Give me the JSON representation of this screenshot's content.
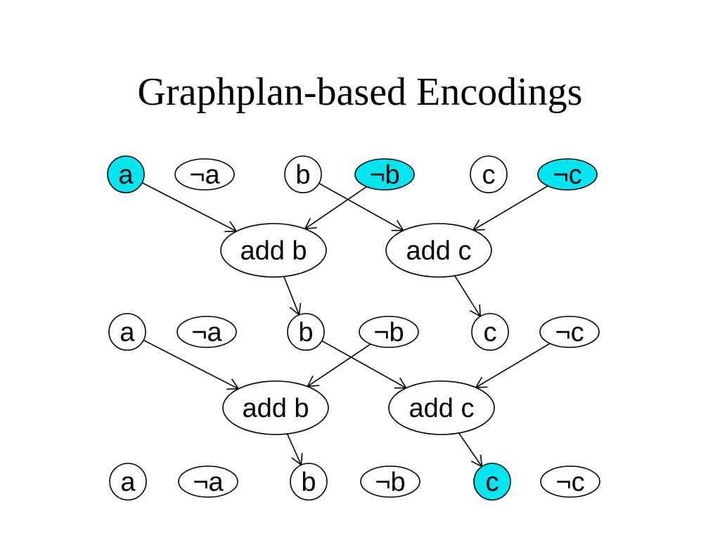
{
  "title": "Graphplan-based Encodings",
  "highlight_color": "#00e6f0",
  "node_fill": "#ffffff",
  "stroke_color": "#000000",
  "levels": [
    {
      "props": [
        {
          "id": "p0_a",
          "label": "a",
          "highlighted": true
        },
        {
          "id": "p0_na",
          "label": "¬a",
          "highlighted": false
        },
        {
          "id": "p0_b",
          "label": "b",
          "highlighted": false
        },
        {
          "id": "p0_nb",
          "label": "¬b",
          "highlighted": true
        },
        {
          "id": "p0_c",
          "label": "c",
          "highlighted": false
        },
        {
          "id": "p0_nc",
          "label": "¬c",
          "highlighted": true
        }
      ]
    },
    {
      "actions": [
        {
          "id": "a1_addb",
          "label": "add b"
        },
        {
          "id": "a1_addc",
          "label": "add c"
        }
      ],
      "props": [
        {
          "id": "p1_a",
          "label": "a",
          "highlighted": false
        },
        {
          "id": "p1_na",
          "label": "¬a",
          "highlighted": false
        },
        {
          "id": "p1_b",
          "label": "b",
          "highlighted": false
        },
        {
          "id": "p1_nb",
          "label": "¬b",
          "highlighted": false
        },
        {
          "id": "p1_c",
          "label": "c",
          "highlighted": false
        },
        {
          "id": "p1_nc",
          "label": "¬c",
          "highlighted": false
        }
      ]
    },
    {
      "actions": [
        {
          "id": "a2_addb",
          "label": "add b"
        },
        {
          "id": "a2_addc",
          "label": "add c"
        }
      ],
      "props": [
        {
          "id": "p2_a",
          "label": "a",
          "highlighted": false
        },
        {
          "id": "p2_na",
          "label": "¬a",
          "highlighted": false
        },
        {
          "id": "p2_b",
          "label": "b",
          "highlighted": false
        },
        {
          "id": "p2_nb",
          "label": "¬b",
          "highlighted": false
        },
        {
          "id": "p2_c",
          "label": "c",
          "highlighted": true
        },
        {
          "id": "p2_nc",
          "label": "¬c",
          "highlighted": false
        }
      ]
    }
  ],
  "edges": [
    {
      "from": "p0_a",
      "to": "a1_addb"
    },
    {
      "from": "p0_nb",
      "to": "a1_addb"
    },
    {
      "from": "p0_b",
      "to": "a1_addc"
    },
    {
      "from": "p0_nc",
      "to": "a1_addc"
    },
    {
      "from": "a1_addb",
      "to": "p1_b"
    },
    {
      "from": "a1_addc",
      "to": "p1_c"
    },
    {
      "from": "p1_a",
      "to": "a2_addb"
    },
    {
      "from": "p1_nb",
      "to": "a2_addb"
    },
    {
      "from": "p1_b",
      "to": "a2_addc"
    },
    {
      "from": "p1_nc",
      "to": "a2_addc"
    },
    {
      "from": "a2_addb",
      "to": "p2_b"
    },
    {
      "from": "a2_addc",
      "to": "p2_c"
    }
  ]
}
